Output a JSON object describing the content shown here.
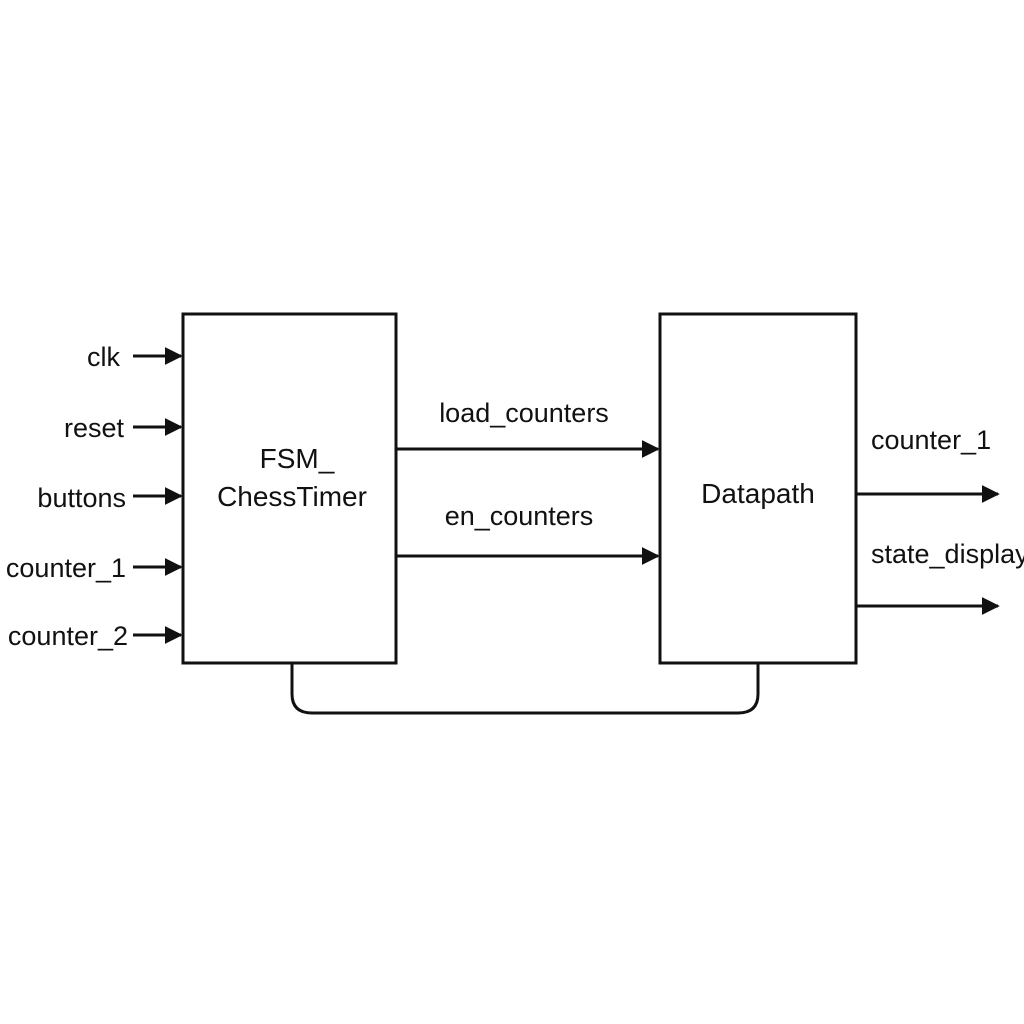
{
  "diagram": {
    "blocks": {
      "fsm": {
        "line1": "FSM_",
        "line2": "ChessTimer"
      },
      "datapath": {
        "label": "Datapath"
      }
    },
    "inputs": [
      "clk",
      "reset",
      "buttons",
      "counter_1",
      "counter_2"
    ],
    "internal_signals": [
      "load_counters",
      "en_counters"
    ],
    "outputs": [
      "counter_1",
      "state_display"
    ]
  }
}
